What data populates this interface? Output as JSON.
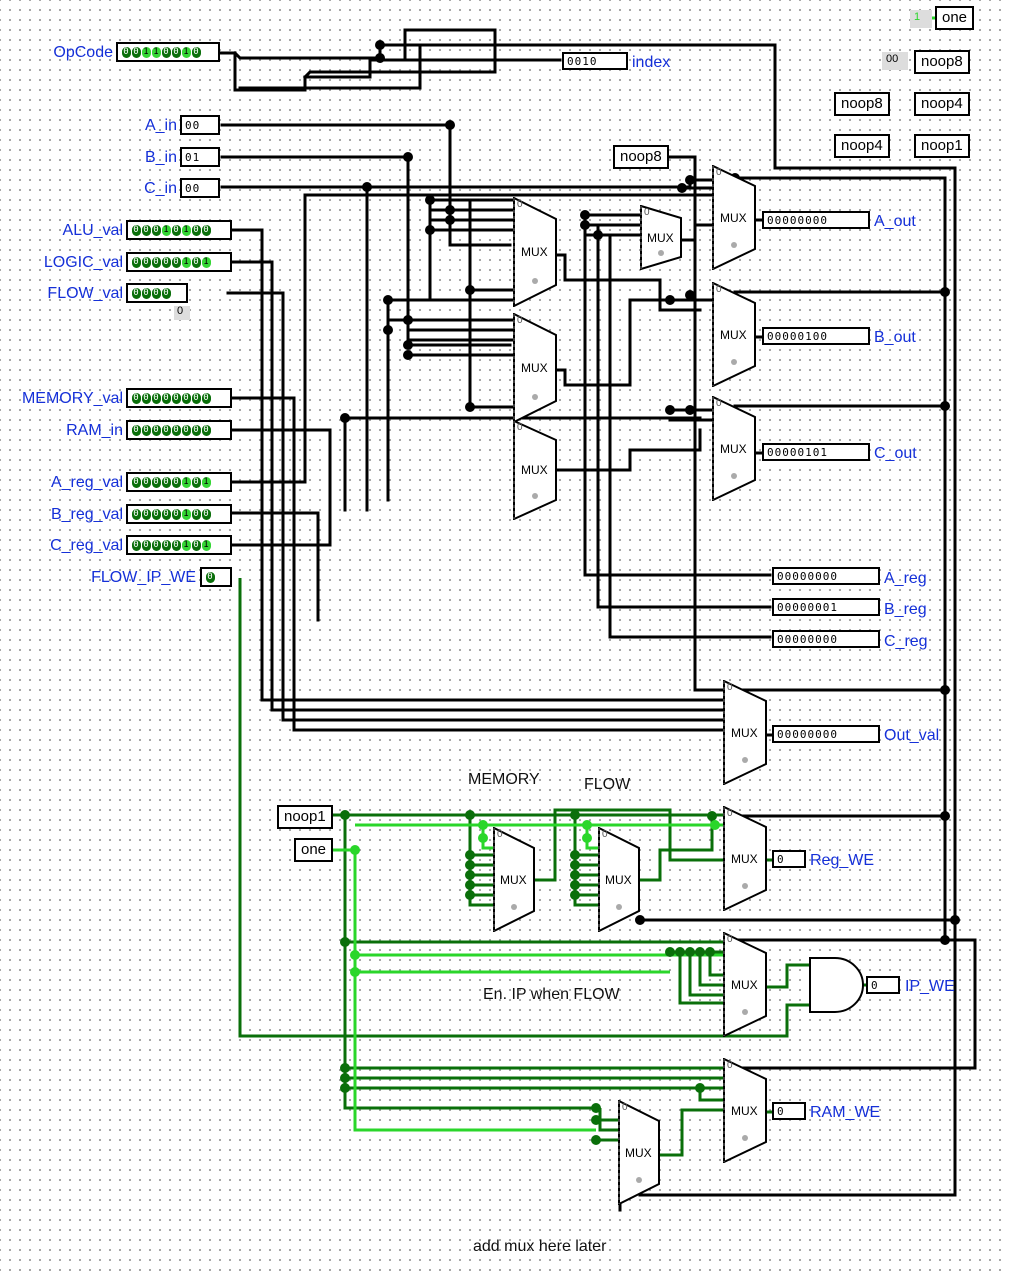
{
  "inputs": [
    {
      "id": "opcode",
      "label": "OpCode",
      "bits": "00110010"
    },
    {
      "id": "a_in",
      "label": "A_in",
      "bits": "00"
    },
    {
      "id": "b_in",
      "label": "B_in",
      "bits": "01"
    },
    {
      "id": "c_in",
      "label": "C_in",
      "bits": "00"
    },
    {
      "id": "alu_val",
      "label": "ALU_val",
      "bits": "00010100"
    },
    {
      "id": "logic_val",
      "label": "LOGIC_val",
      "bits": "00000101"
    },
    {
      "id": "flow_val",
      "label": "FLOW_val",
      "bits": "0000"
    },
    {
      "id": "memory_val",
      "label": "MEMORY_val",
      "bits": "00000000"
    },
    {
      "id": "ram_in",
      "label": "RAM_in",
      "bits": "00000000"
    },
    {
      "id": "a_reg_val",
      "label": "A_reg_val",
      "bits": "00000101"
    },
    {
      "id": "b_reg_val",
      "label": "B_reg_val",
      "bits": "00000100"
    },
    {
      "id": "c_reg_val",
      "label": "C_reg_val",
      "bits": "00000101"
    },
    {
      "id": "flow_ip_we",
      "label": "FLOW_IP_WE",
      "bits": "0"
    }
  ],
  "outputs": [
    {
      "id": "index",
      "label": "index",
      "value": "0010"
    },
    {
      "id": "a_out",
      "label": "A_out",
      "value": "00000000"
    },
    {
      "id": "b_out",
      "label": "B_out",
      "value": "00000100"
    },
    {
      "id": "c_out",
      "label": "C_out",
      "value": "00000101"
    },
    {
      "id": "a_reg",
      "label": "A_reg",
      "value": "00000000"
    },
    {
      "id": "b_reg",
      "label": "B_reg",
      "value": "00000001"
    },
    {
      "id": "c_reg",
      "label": "C_reg",
      "value": "00000000"
    },
    {
      "id": "out_val",
      "label": "Out_val",
      "value": "00000000"
    },
    {
      "id": "reg_we",
      "label": "Reg_WE",
      "value": "0"
    },
    {
      "id": "ip_we",
      "label": "IP_WE",
      "value": "0"
    },
    {
      "id": "ram_we",
      "label": "RAM_WE",
      "value": "0"
    }
  ],
  "tunnels": {
    "one": "one",
    "noop8": "noop8",
    "noop4": "noop4",
    "noop1": "noop1",
    "const_one": "1",
    "const_noop8": "00",
    "const_zero": "0"
  },
  "mux_label": "MUX",
  "mux_sel0": "0",
  "notes": {
    "memory": "MEMORY",
    "flow": "FLOW",
    "en_ip": "En. IP when FLOW",
    "add_mux": "add mux here later"
  },
  "colors": {
    "wire": "#000000",
    "bit_off": "#0a6f0a",
    "bit_on": "#33d633",
    "label": "#1530d8"
  }
}
